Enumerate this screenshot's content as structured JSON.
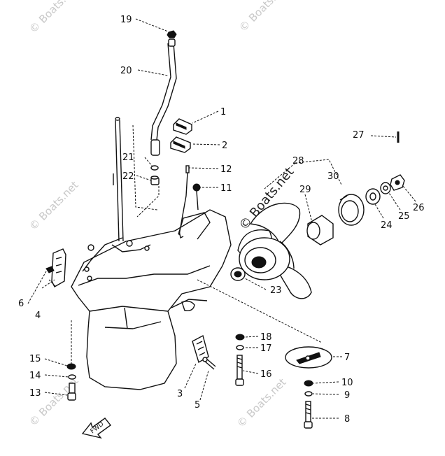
{
  "diagram": {
    "callouts": [
      "1",
      "2",
      "3",
      "4",
      "5",
      "6",
      "7",
      "8",
      "9",
      "10",
      "11",
      "12",
      "13",
      "14",
      "15",
      "16",
      "17",
      "18",
      "19",
      "20",
      "21",
      "22",
      "23",
      "24",
      "25",
      "26",
      "27",
      "28",
      "29",
      "30"
    ],
    "watermark": "© Boats.net",
    "fwd_label": "FWD",
    "colors": {
      "ink": "#111111",
      "watermark": "#c9c9c9",
      "background": "#ffffff"
    }
  }
}
